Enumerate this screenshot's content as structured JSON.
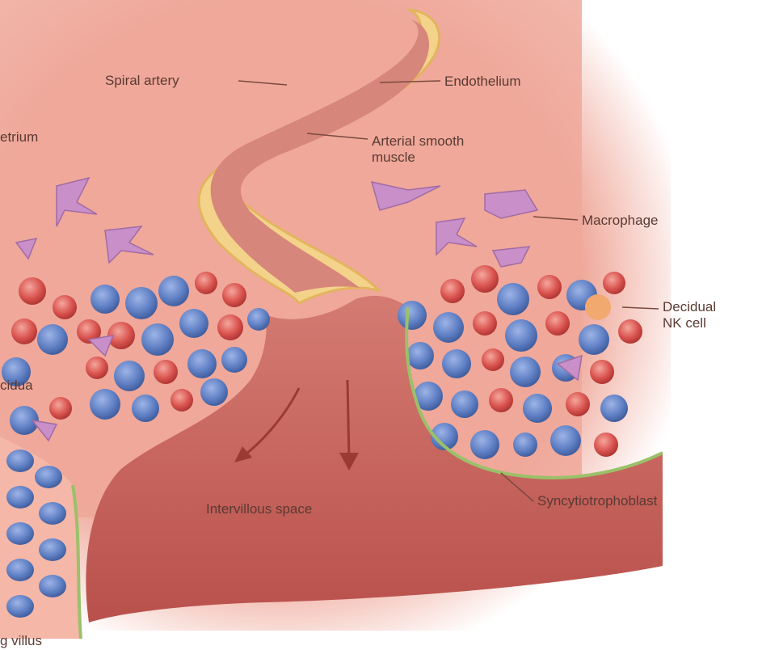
{
  "labels": {
    "spiral_artery": "Spiral artery",
    "endothelium": "Endothelium",
    "myometrium_fragment": "etrium",
    "arterial_smooth_muscle_line1": "Arterial smooth",
    "arterial_smooth_muscle_line2": "muscle",
    "macrophage": "Macrophage",
    "decidual_nk_line1": "Decidual",
    "decidual_nk_line2": "NK cell",
    "decidua_fragment": "cidua",
    "intervillous_space": "Intervillous space",
    "syncytiotrophoblast": "Syncytiotrophoblast",
    "villus_fragment": "g villus"
  },
  "colors": {
    "tissue": "#efa89a",
    "tissue_dark": "#d98a7e",
    "lumen": "#c8605a",
    "vessel_wall": "#f3d28a",
    "blue_cell": "#5f7fc4",
    "red_cell": "#d9534f",
    "macrophage": "#c98fc9",
    "label_text": "#5a3a32"
  }
}
